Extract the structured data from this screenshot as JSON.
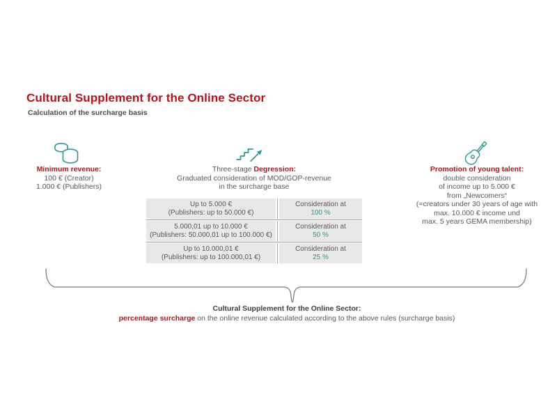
{
  "header": {
    "title": "Cultural Supplement for the Online Sector",
    "subtitle": "Calculation of the surcharge basis"
  },
  "colors": {
    "accent_red": "#c00f14",
    "accent_teal": "#2a9a91",
    "body_text": "#58585a",
    "dark_text": "#3e3d40",
    "table_bg": "#e8e8e8",
    "table_line": "#9d9d9c",
    "brace_line": "#7c7c7c"
  },
  "columns": {
    "minimum_revenue": {
      "icon": "coins-icon",
      "heading": "Minimum revenue:",
      "lines": [
        "100 € (Creator)",
        "1.000 € (Publishers)"
      ]
    },
    "degression": {
      "icon": "stairs-growth-icon",
      "heading_prefix": "Three-stage ",
      "heading_highlight": "Degression:",
      "lines": [
        "Graduated consideration of MOD/GOP-revenue",
        "in the surcharge base"
      ],
      "table": {
        "rows": [
          {
            "range_line1": "Up to 5.000 €",
            "range_line2": "(Publishers: up to 50.000 €)",
            "consideration_label": "Consideration at",
            "consideration_value": "100 %"
          },
          {
            "range_line1": "5.000,01 up to 10.000 €",
            "range_line2": "(Publishers: 50.000,01 up to 100.000 €)",
            "consideration_label": "Consideration at",
            "consideration_value": "50 %"
          },
          {
            "range_line1": "Up to 10.000,01 €",
            "range_line2": "(Publishers: up to 100.000,01 €)",
            "consideration_label": "Consideration at",
            "consideration_value": "25 %"
          }
        ]
      }
    },
    "young_talent": {
      "icon": "guitar-icon",
      "heading": "Promotion of young talent:",
      "lines": [
        "double consideration",
        "of income up to 5.000 €",
        "from „Newcomers“",
        "(=creators under 30 years of age with",
        "max. 10.000 € income und",
        "max. 5 years GEMA membership)"
      ]
    }
  },
  "summary": {
    "heading": "Cultural Supplement for the Online Sector:",
    "highlight": "percentage surcharge",
    "text": " on the online revenue calculated according to the above rules (surcharge basis)"
  }
}
